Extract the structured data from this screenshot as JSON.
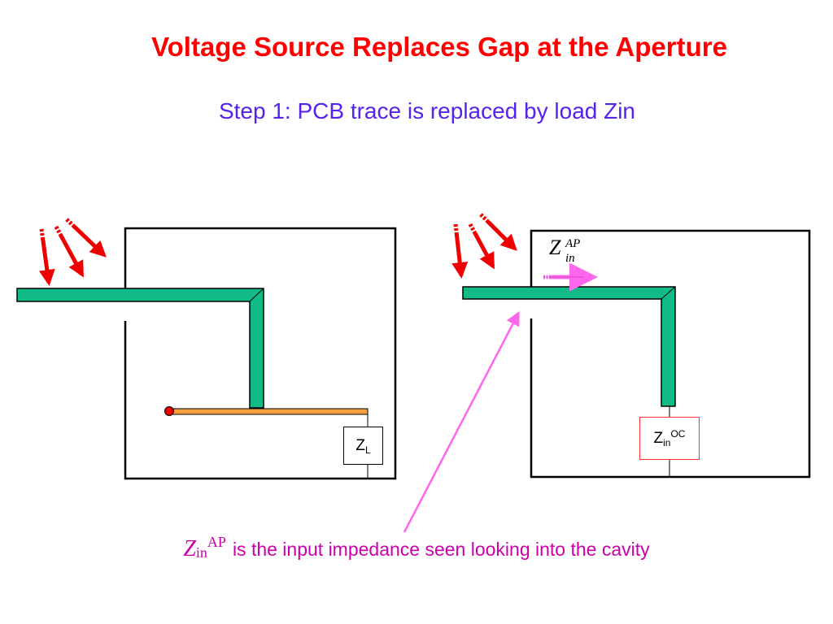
{
  "slide": {
    "title": "Voltage Source Replaces Gap at the Aperture",
    "subtitle": "Step 1: PCB trace is replaced by load Zin"
  },
  "left_panel": {
    "load_label": {
      "main": "Z",
      "sub": "L"
    }
  },
  "right_panel": {
    "impedance_label": {
      "main": "Z",
      "sub": "in",
      "sup": "AP"
    },
    "oc_box_label": {
      "main": "Z",
      "sub": "in",
      "sup": "OC"
    }
  },
  "caption": {
    "symbol": "Z",
    "symbol_sub": "in",
    "symbol_sup": "AP",
    "text": "is the input impedance seen looking into the cavity"
  },
  "colors": {
    "title": "#ff0000",
    "subtitle": "#5522ee",
    "caption_text": "#cc00aa",
    "trace": "#11bb88",
    "orange_wire": "#f5a040",
    "incident_arrow": "#ee0000",
    "pointer": "#ff66ee",
    "oc_box_border": "#ff3333"
  },
  "icons": {
    "incident_wave": "red-dashed-arrow",
    "impedance_direction": "pink-arrow",
    "probe_end": "red-dot"
  }
}
